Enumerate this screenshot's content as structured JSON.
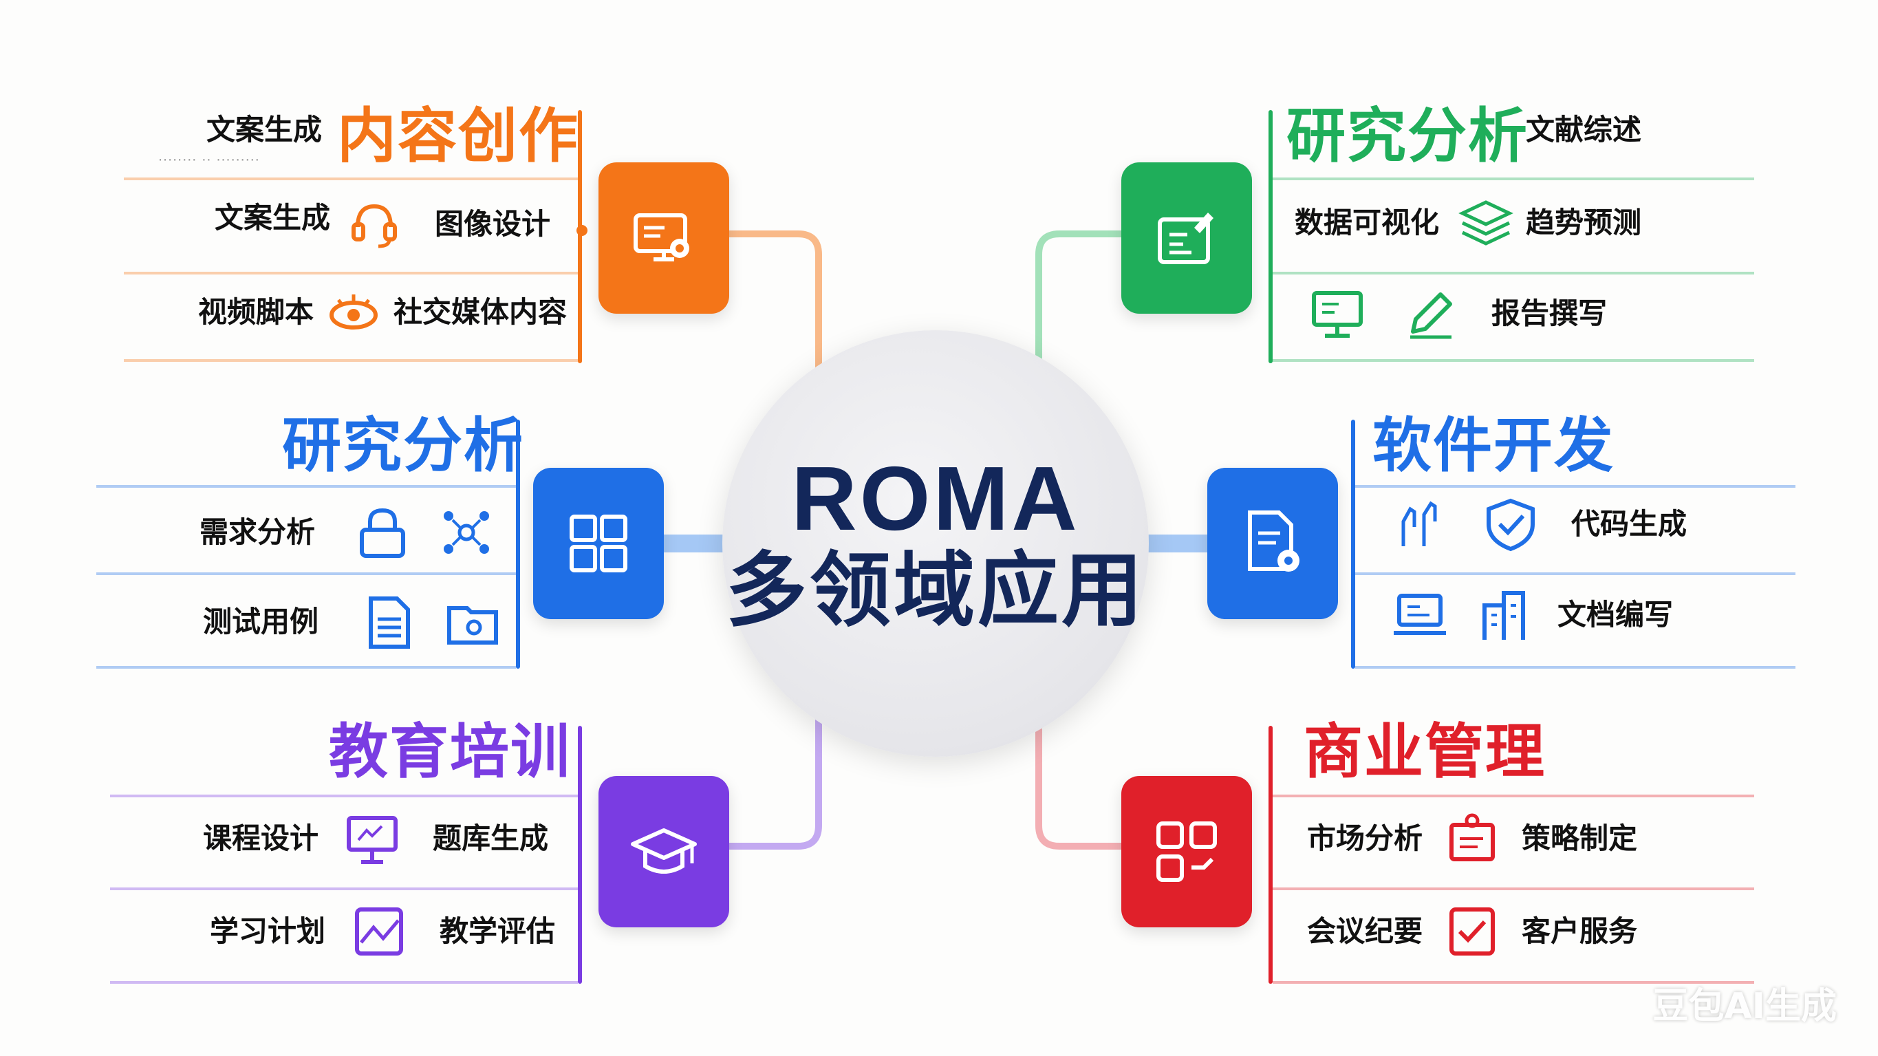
{
  "center": {
    "line1": "ROMA",
    "line2": "多领域应用"
  },
  "watermark": "豆包AI生成",
  "colors": {
    "orange": "#f47518",
    "blue": "#1f6fe6",
    "purple": "#7a3ce2",
    "green": "#1fae5a",
    "blue2": "#1f6fe6",
    "red": "#e0202a"
  },
  "hubs": {
    "content": {
      "title": "内容创作",
      "r1a": "文案生成",
      "r2a": "文案生成",
      "r2b": "图像设计",
      "r3a": "视频脚本",
      "r3b": "社交媒体内容"
    },
    "research_left": {
      "title": "研究分析",
      "r1a": "需求分析",
      "r2a": "测试用例"
    },
    "education": {
      "title": "教育培训",
      "r1a": "课程设计",
      "r1b": "题库生成",
      "r2a": "学习计划",
      "r2b": "教学评估"
    },
    "research_right": {
      "title": "研究分析",
      "r1a": "文献综述",
      "r2a": "数据可视化",
      "r2b": "趋势预测",
      "r3a": "报告撰写"
    },
    "software": {
      "title": "软件开发",
      "r1a": "代码生成",
      "r2a": "文档编写"
    },
    "business": {
      "title": "商业管理",
      "r1a": "市场分析",
      "r1b": "策略制定",
      "r2a": "会议纪要",
      "r2b": "客户服务"
    }
  }
}
